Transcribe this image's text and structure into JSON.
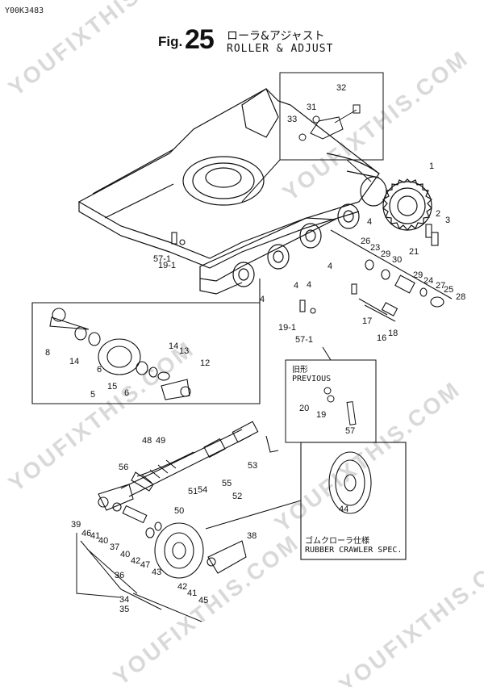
{
  "header": {
    "doc_code": "Y00K3483",
    "fig_prefix": "Fig.",
    "fig_number": "25",
    "title_jp": "ローラ&アジャスト",
    "title_en": "ROLLER & ADJUST"
  },
  "watermark": "YOUFIXTHIS.COM",
  "insets": {
    "previous_jp": "旧形",
    "previous_en": "PREVIOUS",
    "rubber_jp": "ゴムクローラ仕様",
    "rubber_en": "RUBBER CRAWLER SPEC."
  },
  "part_labels": [
    "1",
    "2",
    "3",
    "4",
    "4",
    "4",
    "4",
    "4",
    "5",
    "6",
    "6",
    "8",
    "12",
    "13",
    "14",
    "14",
    "15",
    "16",
    "17",
    "18",
    "19",
    "19-1",
    "19-1",
    "20",
    "21",
    "23",
    "24",
    "25",
    "26",
    "27",
    "28",
    "29",
    "29",
    "30",
    "31",
    "32",
    "33",
    "34",
    "35",
    "36",
    "37",
    "38",
    "39",
    "40",
    "40",
    "41",
    "41",
    "42",
    "42",
    "43",
    "44",
    "45",
    "46",
    "47",
    "48",
    "49",
    "50",
    "51",
    "52",
    "53",
    "54",
    "55",
    "56",
    "57",
    "57-1",
    "57-1"
  ]
}
